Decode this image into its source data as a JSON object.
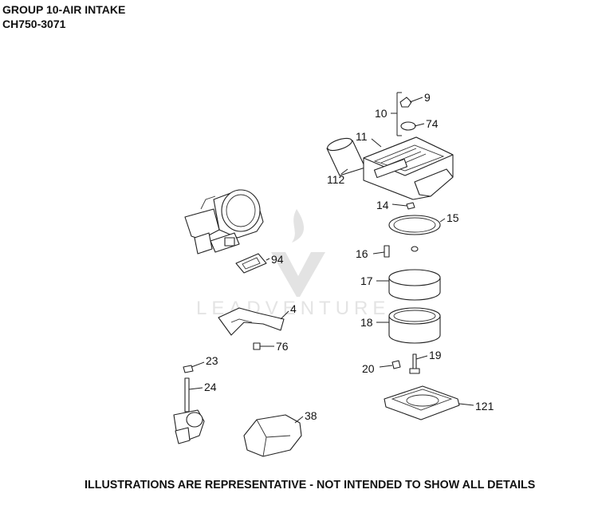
{
  "header": {
    "title": "GROUP 10-AIR INTAKE",
    "model": "CH750-3071"
  },
  "footer": {
    "note": "ILLUSTRATIONS ARE REPRESENTATIVE - NOT INTENDED TO SHOW ALL DETAILS"
  },
  "watermark": {
    "text": "LEADVENTURE"
  },
  "callouts": {
    "c9": "9",
    "c10": "10",
    "c74": "74",
    "c11": "11",
    "c112": "112",
    "c14": "14",
    "c15": "15",
    "c94": "94",
    "c16": "16",
    "c17": "17",
    "c4": "4",
    "c18": "18",
    "c76": "76",
    "c23": "23",
    "c19": "19",
    "c20": "20",
    "c24": "24",
    "c38": "38",
    "c121": "121"
  }
}
